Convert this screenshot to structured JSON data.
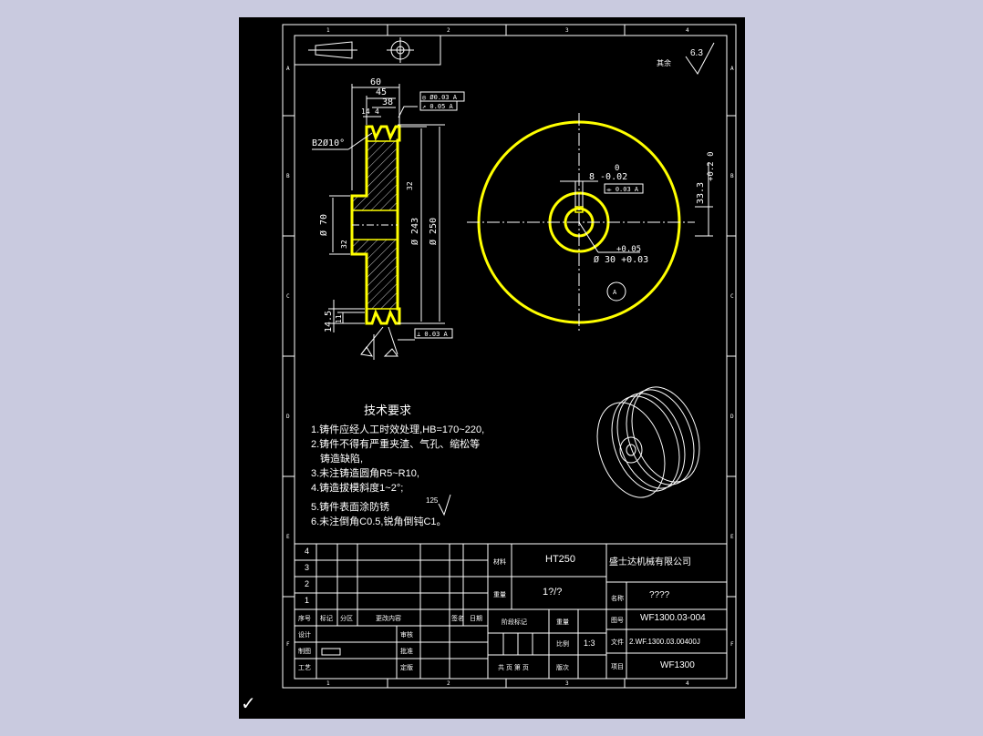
{
  "zone_numbers": [
    "1",
    "2",
    "3",
    "4"
  ],
  "zone_letters": [
    "A",
    "B",
    "C",
    "D",
    "E",
    "F"
  ],
  "surface_finish": {
    "label": "其余",
    "value": "6.3"
  },
  "front_view": {
    "dims": {
      "d60": "60",
      "d45": "45",
      "d38": "38",
      "d14": "14",
      "d4": "4",
      "groove": "B2Ø10°",
      "phi70": "Ø 70",
      "phi243": "Ø 243",
      "phi250": "Ø 250",
      "h14_5": "14.5",
      "h11": "11",
      "r32": "32"
    },
    "tolerance_top": [
      "◎ Ø0.03 A",
      "↗ 0.05 A"
    ],
    "tolerance_bottom": "⊥ 0.03 A",
    "roughness_a": "32"
  },
  "side_view": {
    "keyway_tol_upper": "0",
    "keyway_width": "8 -0.02",
    "keyway_sym": "⌯ 0.03 A",
    "bore_tol_upper": "+0.05",
    "bore": "Ø 30 +0.03",
    "depth_tol": "+0.2\n0",
    "depth": "33.3",
    "datum": "A"
  },
  "tech_req": {
    "title": "技术要求",
    "items": [
      "1.铸件应经人工时效处理,HB=170~220,",
      "2.铸件不得有严重夹渣、气孔、缩松等",
      "铸造缺陷,",
      "3.未注铸造圆角R5~R10,",
      "4.铸造拔模斜度1~2°;",
      "5.铸件表面涂防锈",
      "6.未注倒角C0.5,锐角倒钝C1。"
    ],
    "roughness": "125"
  },
  "title_block": {
    "revision_rows": [
      "4",
      "3",
      "2",
      "1"
    ],
    "rev_headers": [
      "序号",
      "标记",
      "分区",
      "更改内容",
      "签名",
      "日期"
    ],
    "sign_labels": [
      "设计",
      "制图",
      "工艺"
    ],
    "sign_labels2": [
      "审核",
      "批准",
      "定版"
    ],
    "material_label": "材料",
    "material": "HT250",
    "weight_label": "重量",
    "weight": "1?/?",
    "stage_label": "阶段标记",
    "qty_label": "重量",
    "scale_label": "比例",
    "scale": "1:3",
    "sheets_label": "共 页 第 页",
    "sheet_version": "版次",
    "company": "盛士达机械有限公司",
    "name_label": "名称",
    "name": "????",
    "drawing_no_label": "图号",
    "drawing_no": "WF1300.03-004",
    "file_label": "文件",
    "file": "2.WF.1300.03.00400J",
    "project_label": "项目",
    "project": "WF1300"
  },
  "checkmark": "✓"
}
